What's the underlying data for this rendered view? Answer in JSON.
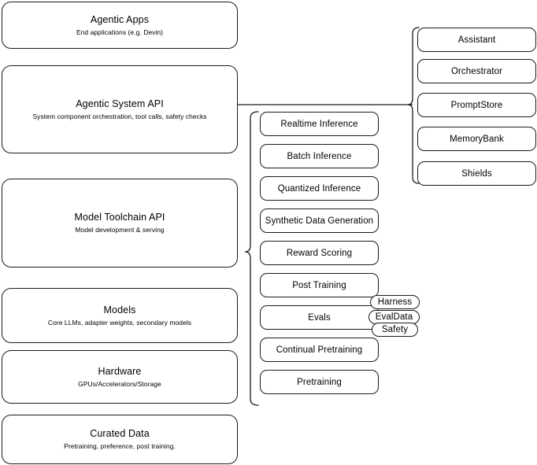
{
  "diagram": {
    "title": "AI Stack Layers Diagram",
    "stroke_color": "#1a1a1a",
    "background_color": "#ffffff",
    "layers": [
      {
        "title": "Agentic Apps",
        "subtitle": "End applications (e.g. Devin)"
      },
      {
        "title": "Agentic System API",
        "subtitle": "System component orchestration, tool calls, safety checks"
      },
      {
        "title": "Model Toolchain API",
        "subtitle": "Model development & serving"
      },
      {
        "title": "Models",
        "subtitle": "Core LLMs, adapter weights, secondary models"
      },
      {
        "title": "Hardware",
        "subtitle": "GPUs/Accelerators/Storage"
      },
      {
        "title": "Curated Data",
        "subtitle": "Pretraining, preference, post training."
      }
    ],
    "toolchain_components": [
      {
        "label": "Realtime Inference"
      },
      {
        "label": "Batch Inference"
      },
      {
        "label": "Quantized Inference"
      },
      {
        "label": "Synthetic Data Generation"
      },
      {
        "label": "Reward Scoring"
      },
      {
        "label": "Post Training"
      },
      {
        "label": "Evals"
      },
      {
        "label": "Continual Pretraining"
      },
      {
        "label": "Pretraining"
      }
    ],
    "eval_subcomponents": [
      {
        "label": "Harness"
      },
      {
        "label": "EvalData"
      },
      {
        "label": "Safety"
      }
    ],
    "system_components": [
      {
        "label": "Assistant"
      },
      {
        "label": "Orchestrator"
      },
      {
        "label": "PromptStore"
      },
      {
        "label": "MemoryBank"
      },
      {
        "label": "Shields"
      }
    ]
  }
}
